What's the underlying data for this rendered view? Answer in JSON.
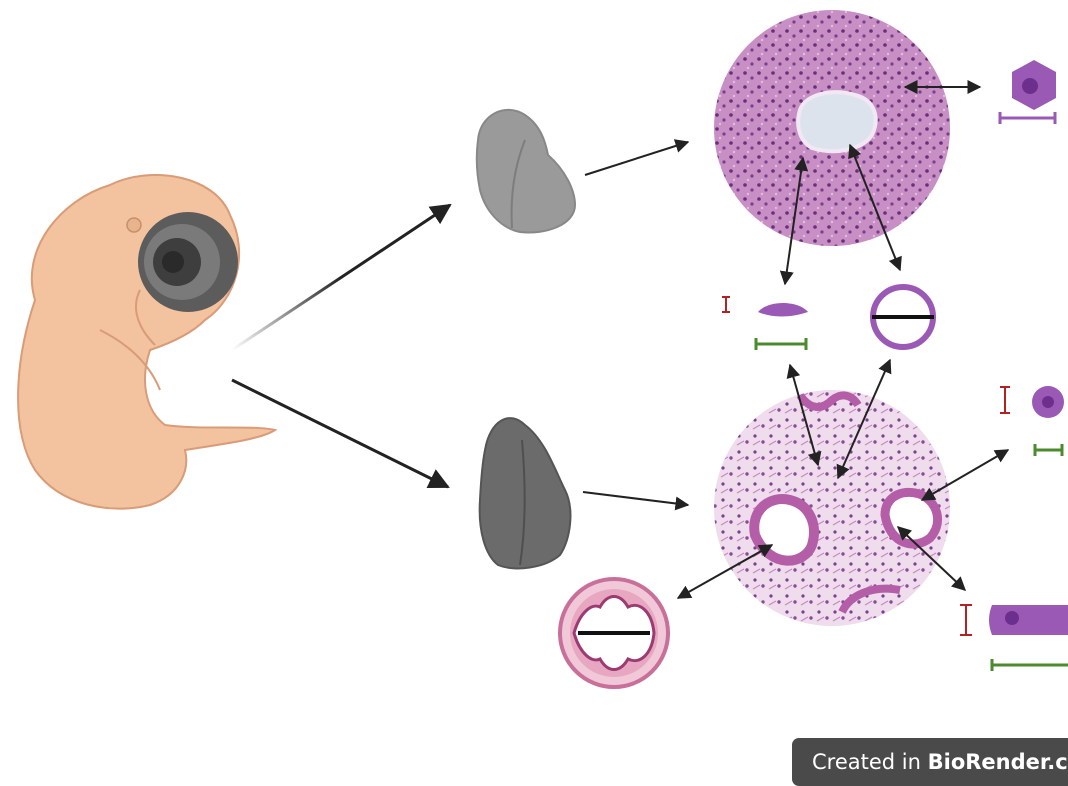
{
  "figure": {
    "panels": [
      {
        "organ": "upper",
        "cells": [
          "hepatocyte-like",
          "flat",
          "round-hollow"
        ]
      },
      {
        "organ": "lower",
        "cells": [
          "round",
          "columnar",
          "tubular"
        ]
      }
    ],
    "colors": {
      "embryo": "#f2c39e",
      "organ_upper": "#9a9a9a",
      "organ_lower": "#6b6b6b",
      "stain": "#c98bc9",
      "cell": "#9b59b6",
      "scale_red": "#b22222",
      "scale_green": "#4c8a2e",
      "arrow": "#222222"
    }
  },
  "credit": {
    "prefix": "Created in ",
    "brand": "BioRender.co"
  }
}
